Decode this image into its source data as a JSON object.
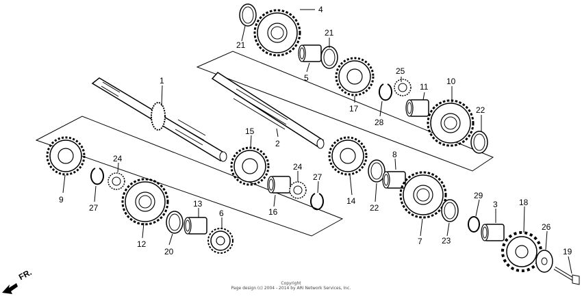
{
  "diagram": {
    "callouts": {
      "c1": "1",
      "c2": "2",
      "c3": "3",
      "c4": "4",
      "c5": "5",
      "c6": "6",
      "c7": "7",
      "c8": "8",
      "c9": "9",
      "c10": "10",
      "c11": "11",
      "c12": "12",
      "c13": "13",
      "c14": "14",
      "c15": "15",
      "c16": "16",
      "c17": "17",
      "c18": "18",
      "c19": "19",
      "c20": "20",
      "c21a": "21",
      "c21b": "21",
      "c22a": "22",
      "c22b": "22",
      "c23": "23",
      "c24a": "24",
      "c24b": "24",
      "c25": "25",
      "c26": "26",
      "c27a": "27",
      "c27b": "27",
      "c28": "28",
      "c29": "29"
    },
    "direction_label": "FR.",
    "copyright_line1": "Copyright",
    "copyright_line2": "Page design (c) 2004 - 2014 by ARI Network Services, Inc."
  }
}
